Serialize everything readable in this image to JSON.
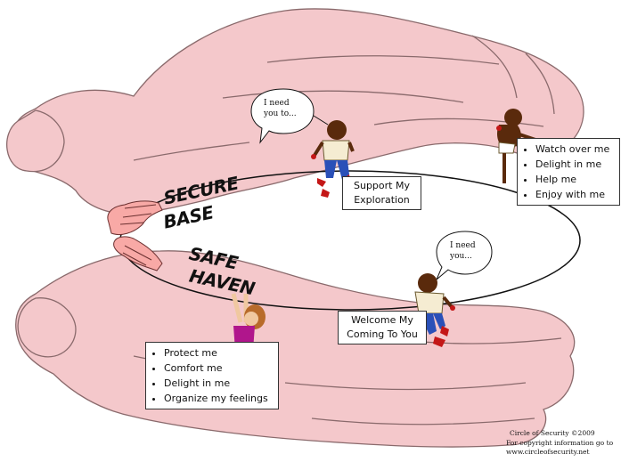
{
  "title": {
    "secure_base": [
      "SECURE",
      "BASE"
    ],
    "safe_haven": [
      "SAFE",
      "HAVEN"
    ]
  },
  "bubbles": {
    "top": [
      "I need",
      "you to..."
    ],
    "right": [
      "I need",
      "you..."
    ]
  },
  "boxes": {
    "support": [
      "Support My",
      "Exploration"
    ],
    "welcome": [
      "Welcome My",
      "Coming To You"
    ]
  },
  "needs_top": [
    "Watch over me",
    "Delight in me",
    "Help me",
    "Enjoy with me"
  ],
  "needs_bottom": [
    "Protect me",
    "Comfort me",
    "Delight in me",
    "Organize my feelings"
  ],
  "copyright": [
    "Circle of Security ©2009",
    "For copyright information go to",
    "www.circleofsecurity.net"
  ],
  "colors": {
    "hand_fill": "#f4c8cb",
    "hand_stroke": "#8a6a6c",
    "small_hand_fill": "#f8a9a6",
    "shirt_tan": "#f5ecd2",
    "pants_blue": "#2a50b8",
    "shoe_red": "#c41717",
    "skin_dark": "#5a2a0c",
    "girl_shirt": "#b0168c",
    "girl_hair": "#b86b2a"
  }
}
